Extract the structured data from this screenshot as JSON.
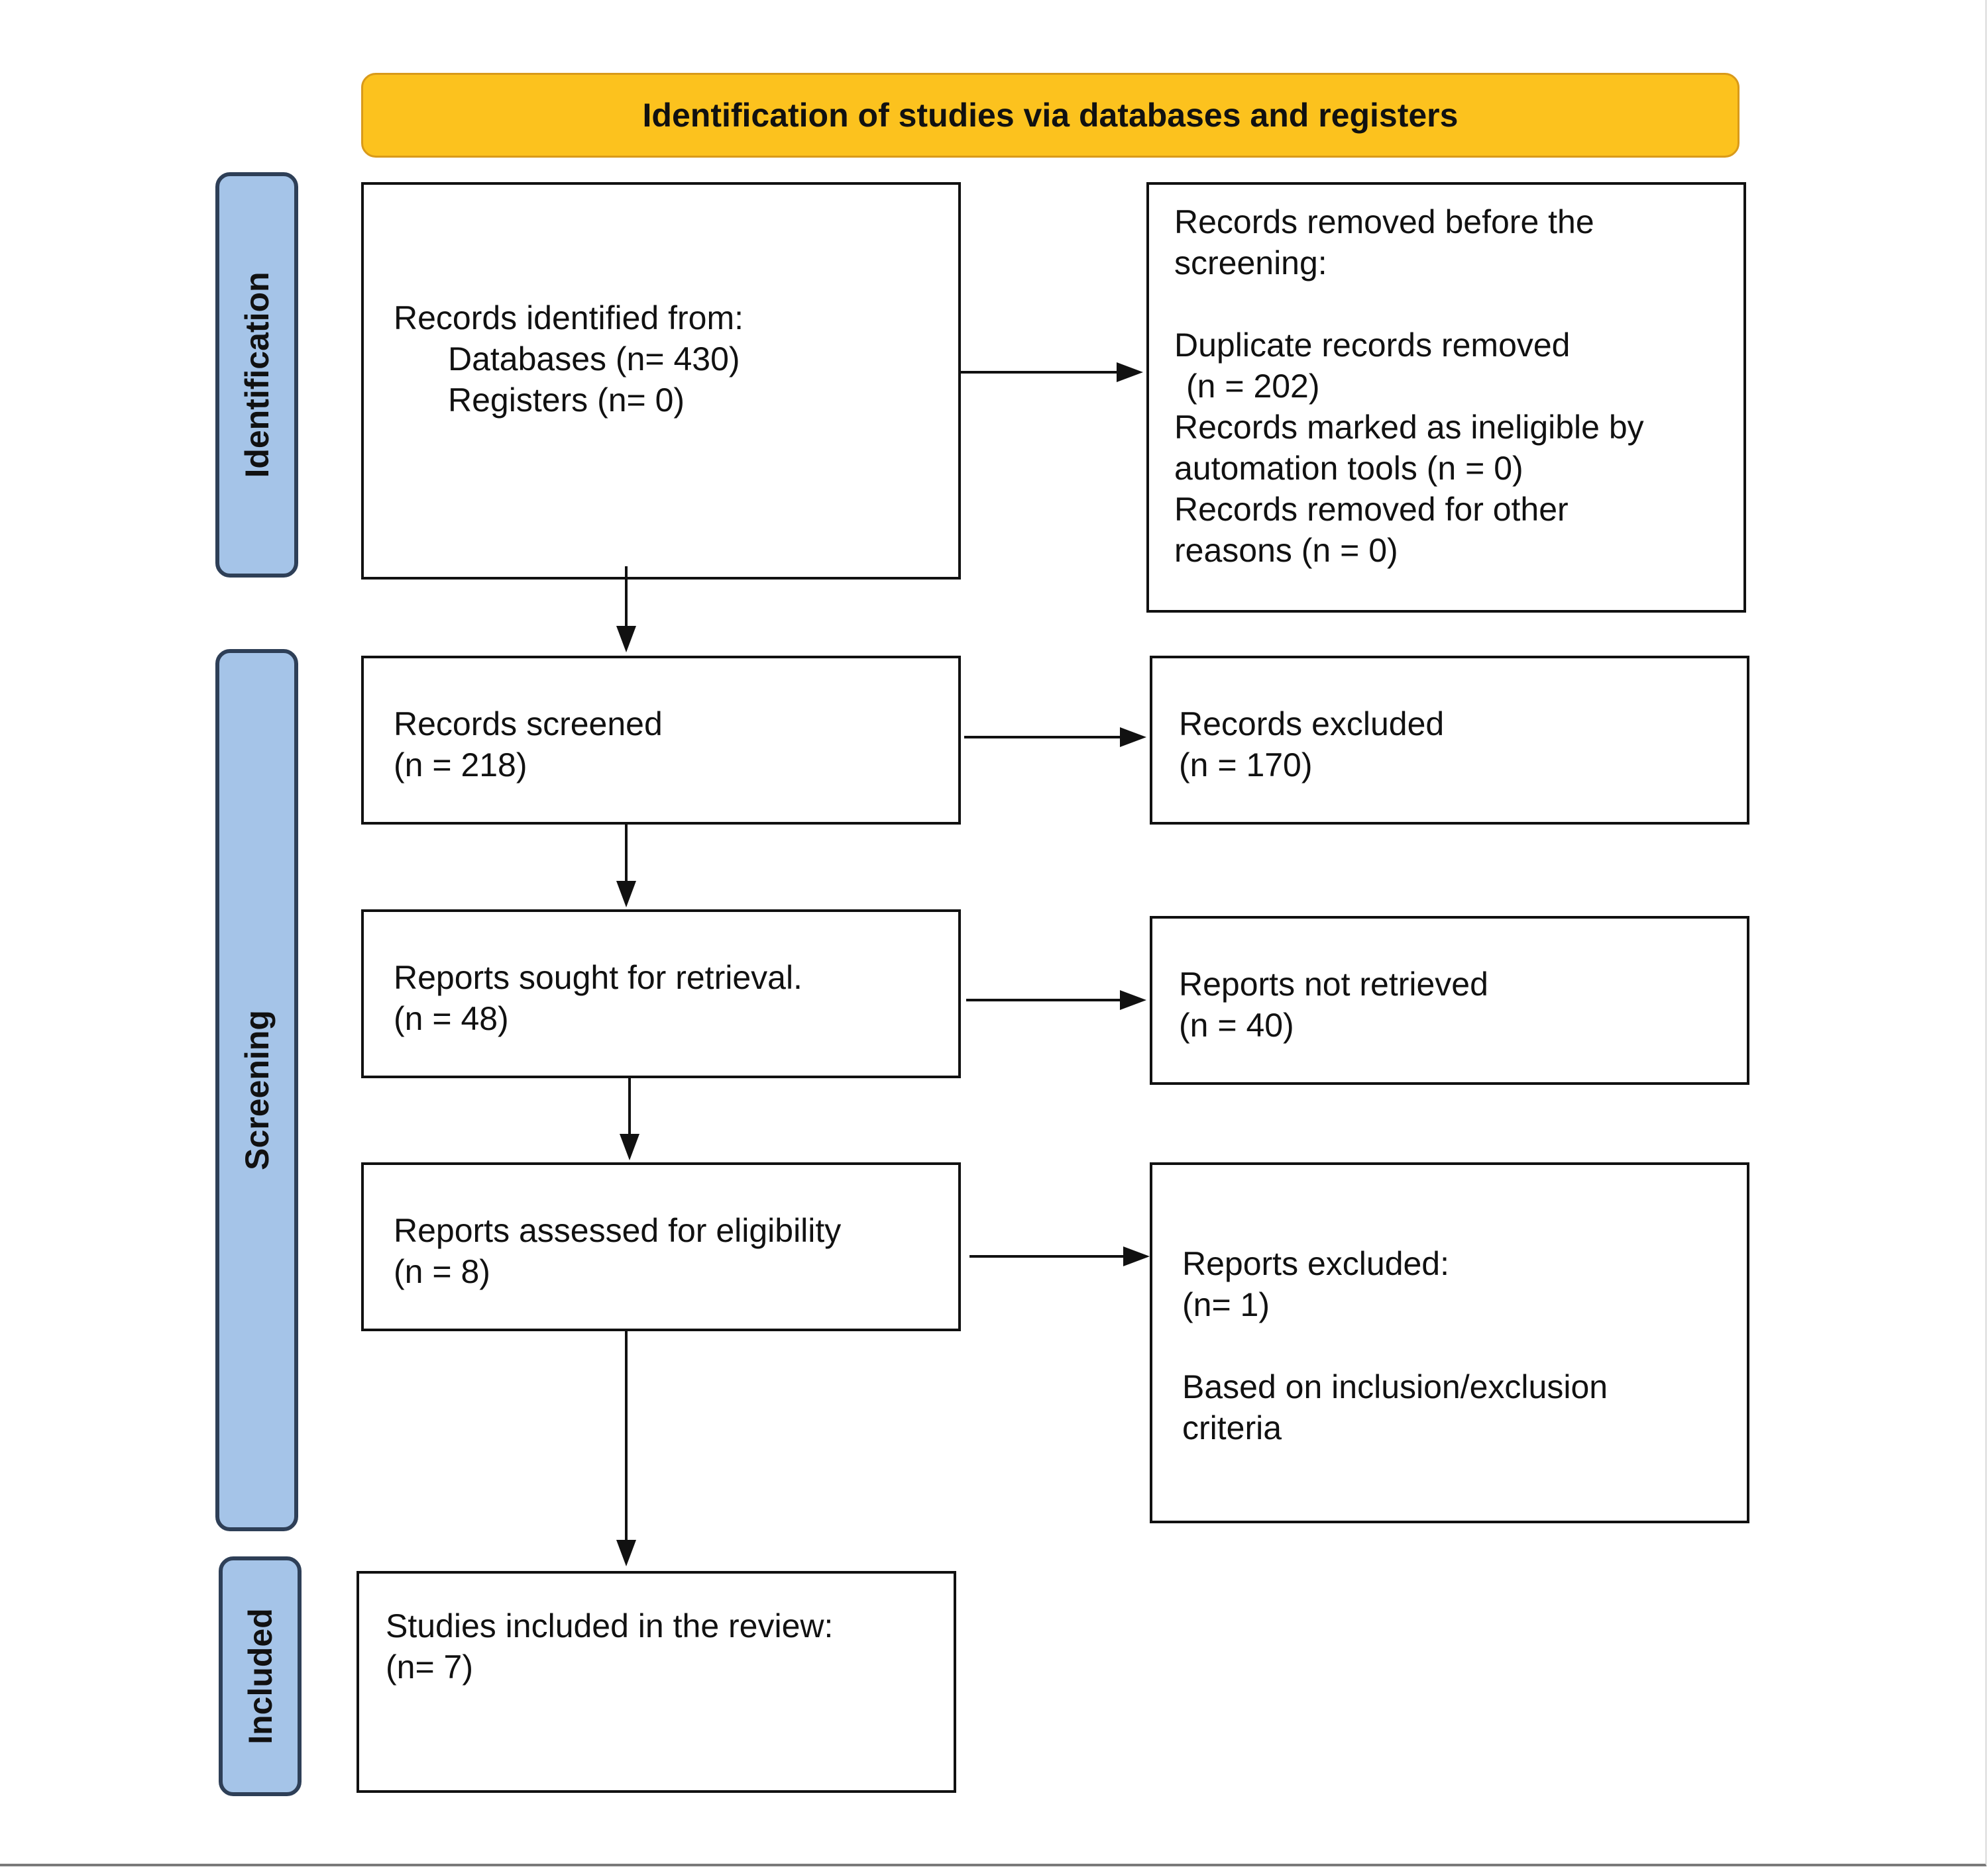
{
  "header": {
    "title": "Identification of studies via databases and registers"
  },
  "phases": {
    "identification": "Identification",
    "screening": "Screening",
    "included": "Included"
  },
  "boxes": {
    "identified": {
      "title": "Records identified from:",
      "databases": "Databases (n= 430)",
      "registers": "Registers (n= 0)"
    },
    "removed": {
      "line1": "Records removed before the",
      "line2": "screening:",
      "line3": "Duplicate records removed",
      "line4": "(n = 202)",
      "line5": "Records marked as ineligible by",
      "line6": "automation tools (n = 0)",
      "line7": "Records removed for other",
      "line8": "reasons (n = 0)"
    },
    "screened": {
      "line1": "Records screened",
      "line2": "(n = 218)"
    },
    "excluded": {
      "line1": "Records excluded",
      "line2": "(n = 170)"
    },
    "sought": {
      "line1": "Reports sought for retrieval.",
      "line2": "(n = 48)"
    },
    "not_retrieved": {
      "line1": "Reports not retrieved",
      "line2": "(n = 40)"
    },
    "assessed": {
      "line1": "Reports assessed for eligibility",
      "line2": "(n = 8)"
    },
    "reports_excluded": {
      "line1": "Reports excluded:",
      "line2": "(n= 1)",
      "line3": "Based on inclusion/exclusion",
      "line4": "criteria"
    },
    "included": {
      "line1": "Studies included in the review:",
      "line2": "(n= 7)"
    }
  }
}
